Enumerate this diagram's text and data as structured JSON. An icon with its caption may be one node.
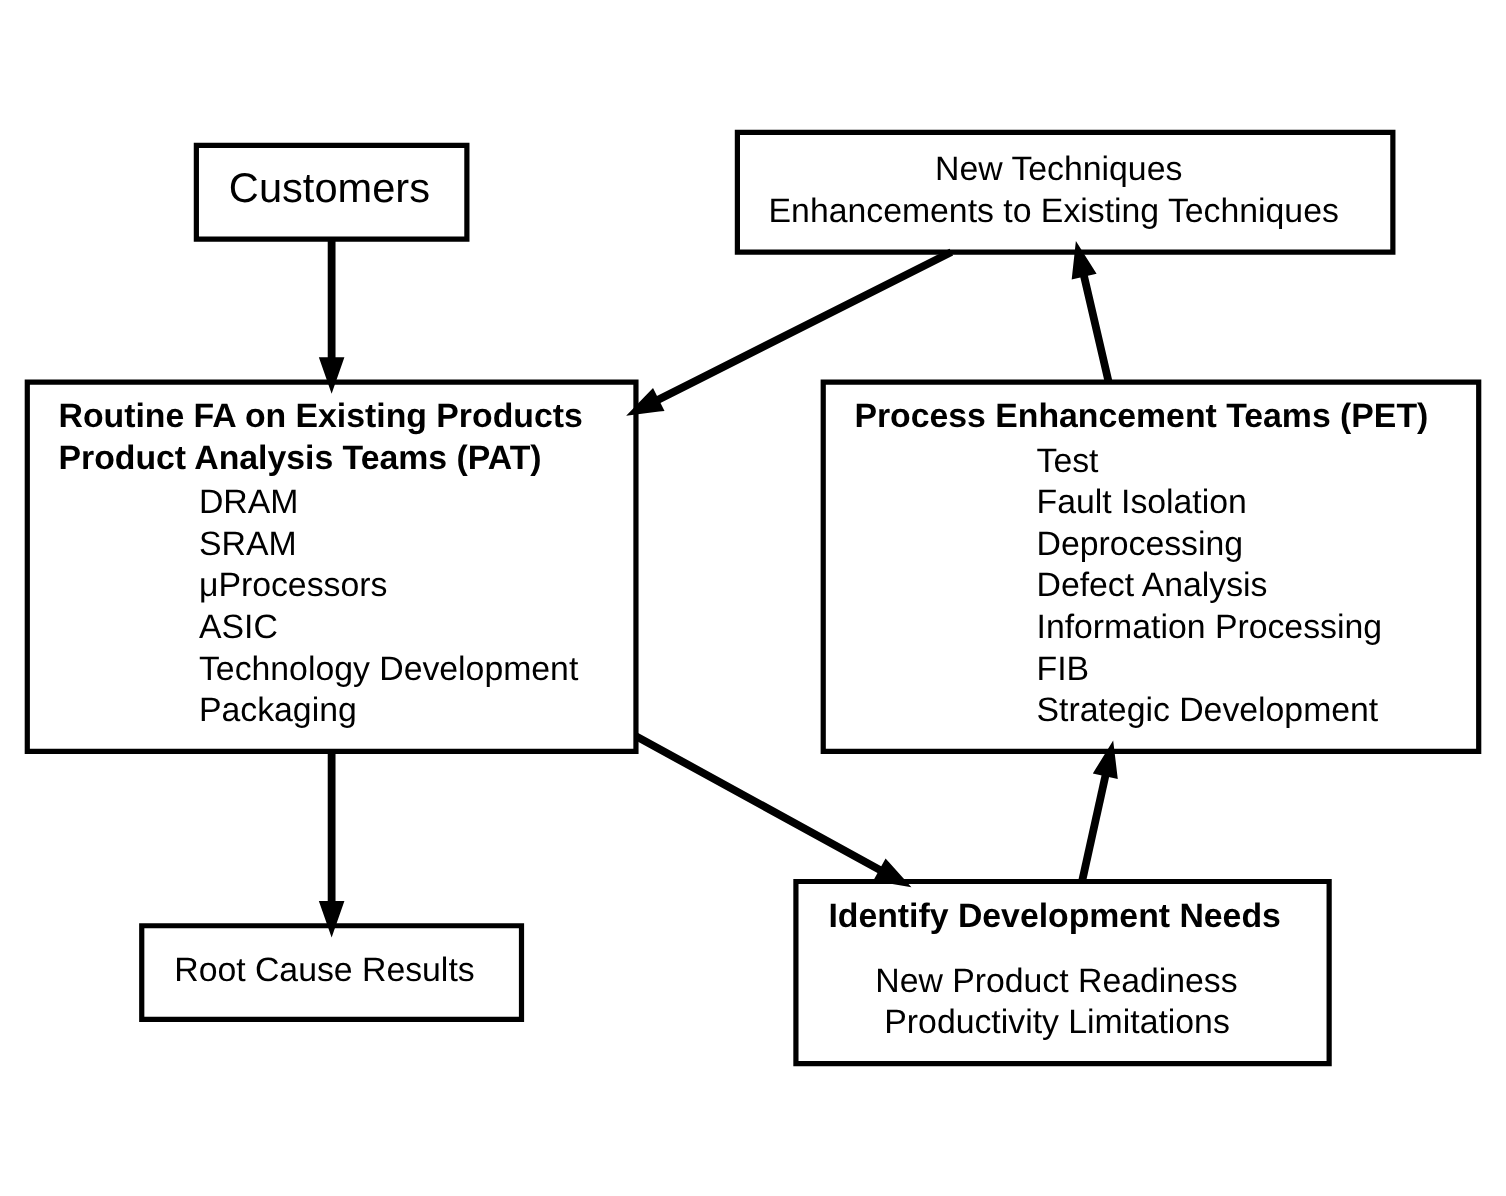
{
  "diagram": {
    "nodes": [
      {
        "text": [
          "Customers"
        ]
      },
      {
        "text": [
          "New Techniques",
          "Enhancements to Existing Techniques"
        ]
      },
      {
        "text": [
          "Routine FA on Existing Products",
          "Product Analysis Teams (PAT)",
          "DRAM",
          "SRAM",
          "μProcessors",
          "ASIC",
          "Technology Development",
          "Packaging"
        ]
      },
      {
        "text": [
          "Process Enhancement Teams (PET)",
          "Test",
          "Fault Isolation",
          "Deprocessing",
          "Defect Analysis",
          "Information Processing",
          "FIB",
          "Strategic Development"
        ]
      },
      {
        "text": [
          "Identify Development Needs",
          "New Product Readiness",
          "Productivity Limitations"
        ]
      },
      {
        "text": [
          "Root Cause Results"
        ]
      }
    ],
    "edges": [
      {
        "from": 0,
        "to": 2,
        "arrow": "to"
      },
      {
        "from": 1,
        "to": 2,
        "arrow": "to"
      },
      {
        "from": 3,
        "to": 1,
        "arrow": "to"
      },
      {
        "from": 2,
        "to": 5,
        "arrow": "to"
      },
      {
        "from": 2,
        "to": 4,
        "arrow": "to"
      },
      {
        "from": 4,
        "to": 3,
        "arrow": "to"
      }
    ]
  }
}
